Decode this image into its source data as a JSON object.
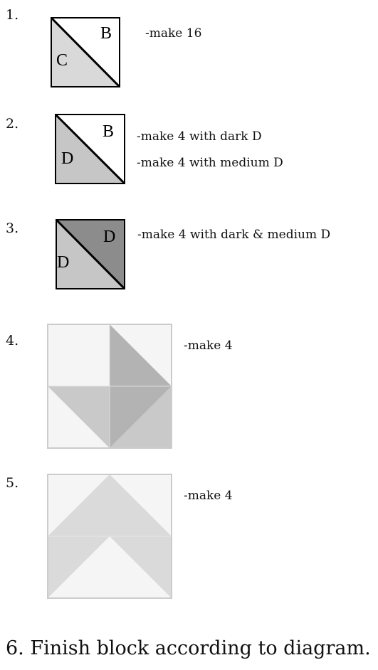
{
  "steps": [
    {
      "number": "1.",
      "notes": [
        "-make 16"
      ],
      "tile_labels": [
        "B",
        "C"
      ],
      "colors": {
        "upper": "#ffffff",
        "lower": "#d9d9d9"
      }
    },
    {
      "number": "2.",
      "notes": [
        "-make 4 with dark D",
        "-make 4 with medium D"
      ],
      "tile_labels": [
        "B",
        "D"
      ],
      "colors": {
        "upper": "#ffffff",
        "lower": "#c6c6c6"
      }
    },
    {
      "number": "3.",
      "notes": [
        "-make 4 with dark & medium D"
      ],
      "tile_labels": [
        "D",
        "D"
      ],
      "colors": {
        "upper": "#8c8c8c",
        "lower": "#c6c6c6"
      }
    },
    {
      "number": "4.",
      "notes": [
        "-make 4"
      ],
      "colors": {
        "light": "#f5f5f5",
        "medium": "#c9c9c9",
        "dark": "#b3b3b3",
        "border": "#cccccc"
      }
    },
    {
      "number": "5.",
      "notes": [
        "-make 4"
      ],
      "colors": {
        "light": "#f5f5f5",
        "medium": "#dadada",
        "border": "#cccccc"
      }
    }
  ],
  "final_step": "6. Finish block according to diagram."
}
